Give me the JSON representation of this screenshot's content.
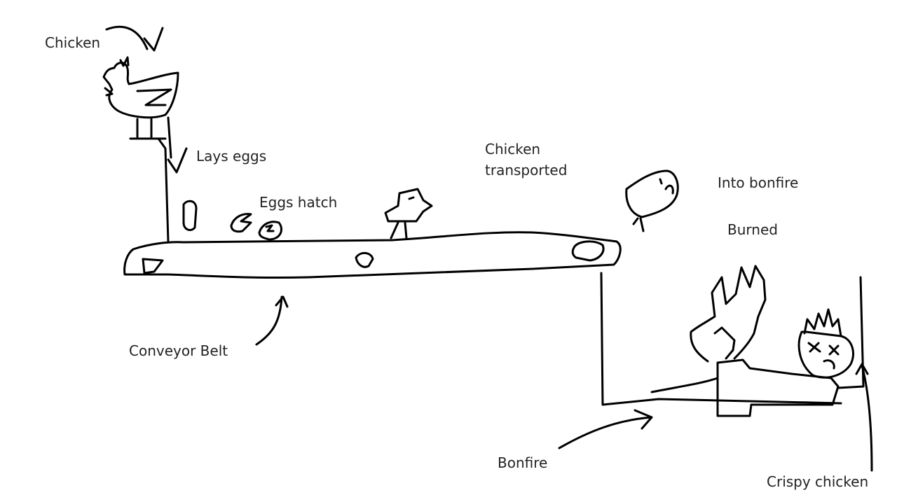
{
  "labels": {
    "chicken": "Chicken",
    "lays_eggs": "Lays eggs",
    "eggs_hatch": "Eggs hatch",
    "chicken_transported_1": "Chicken",
    "chicken_transported_2": "transported",
    "into_bonfire": "Into bonfire",
    "burned": "Burned",
    "conveyor_belt": "Conveyor Belt",
    "bonfire": "Bonfire",
    "crispy_chicken": "Crispy chicken"
  },
  "colors": {
    "ink": "#000000",
    "text": "#222222",
    "background": "#ffffff"
  }
}
